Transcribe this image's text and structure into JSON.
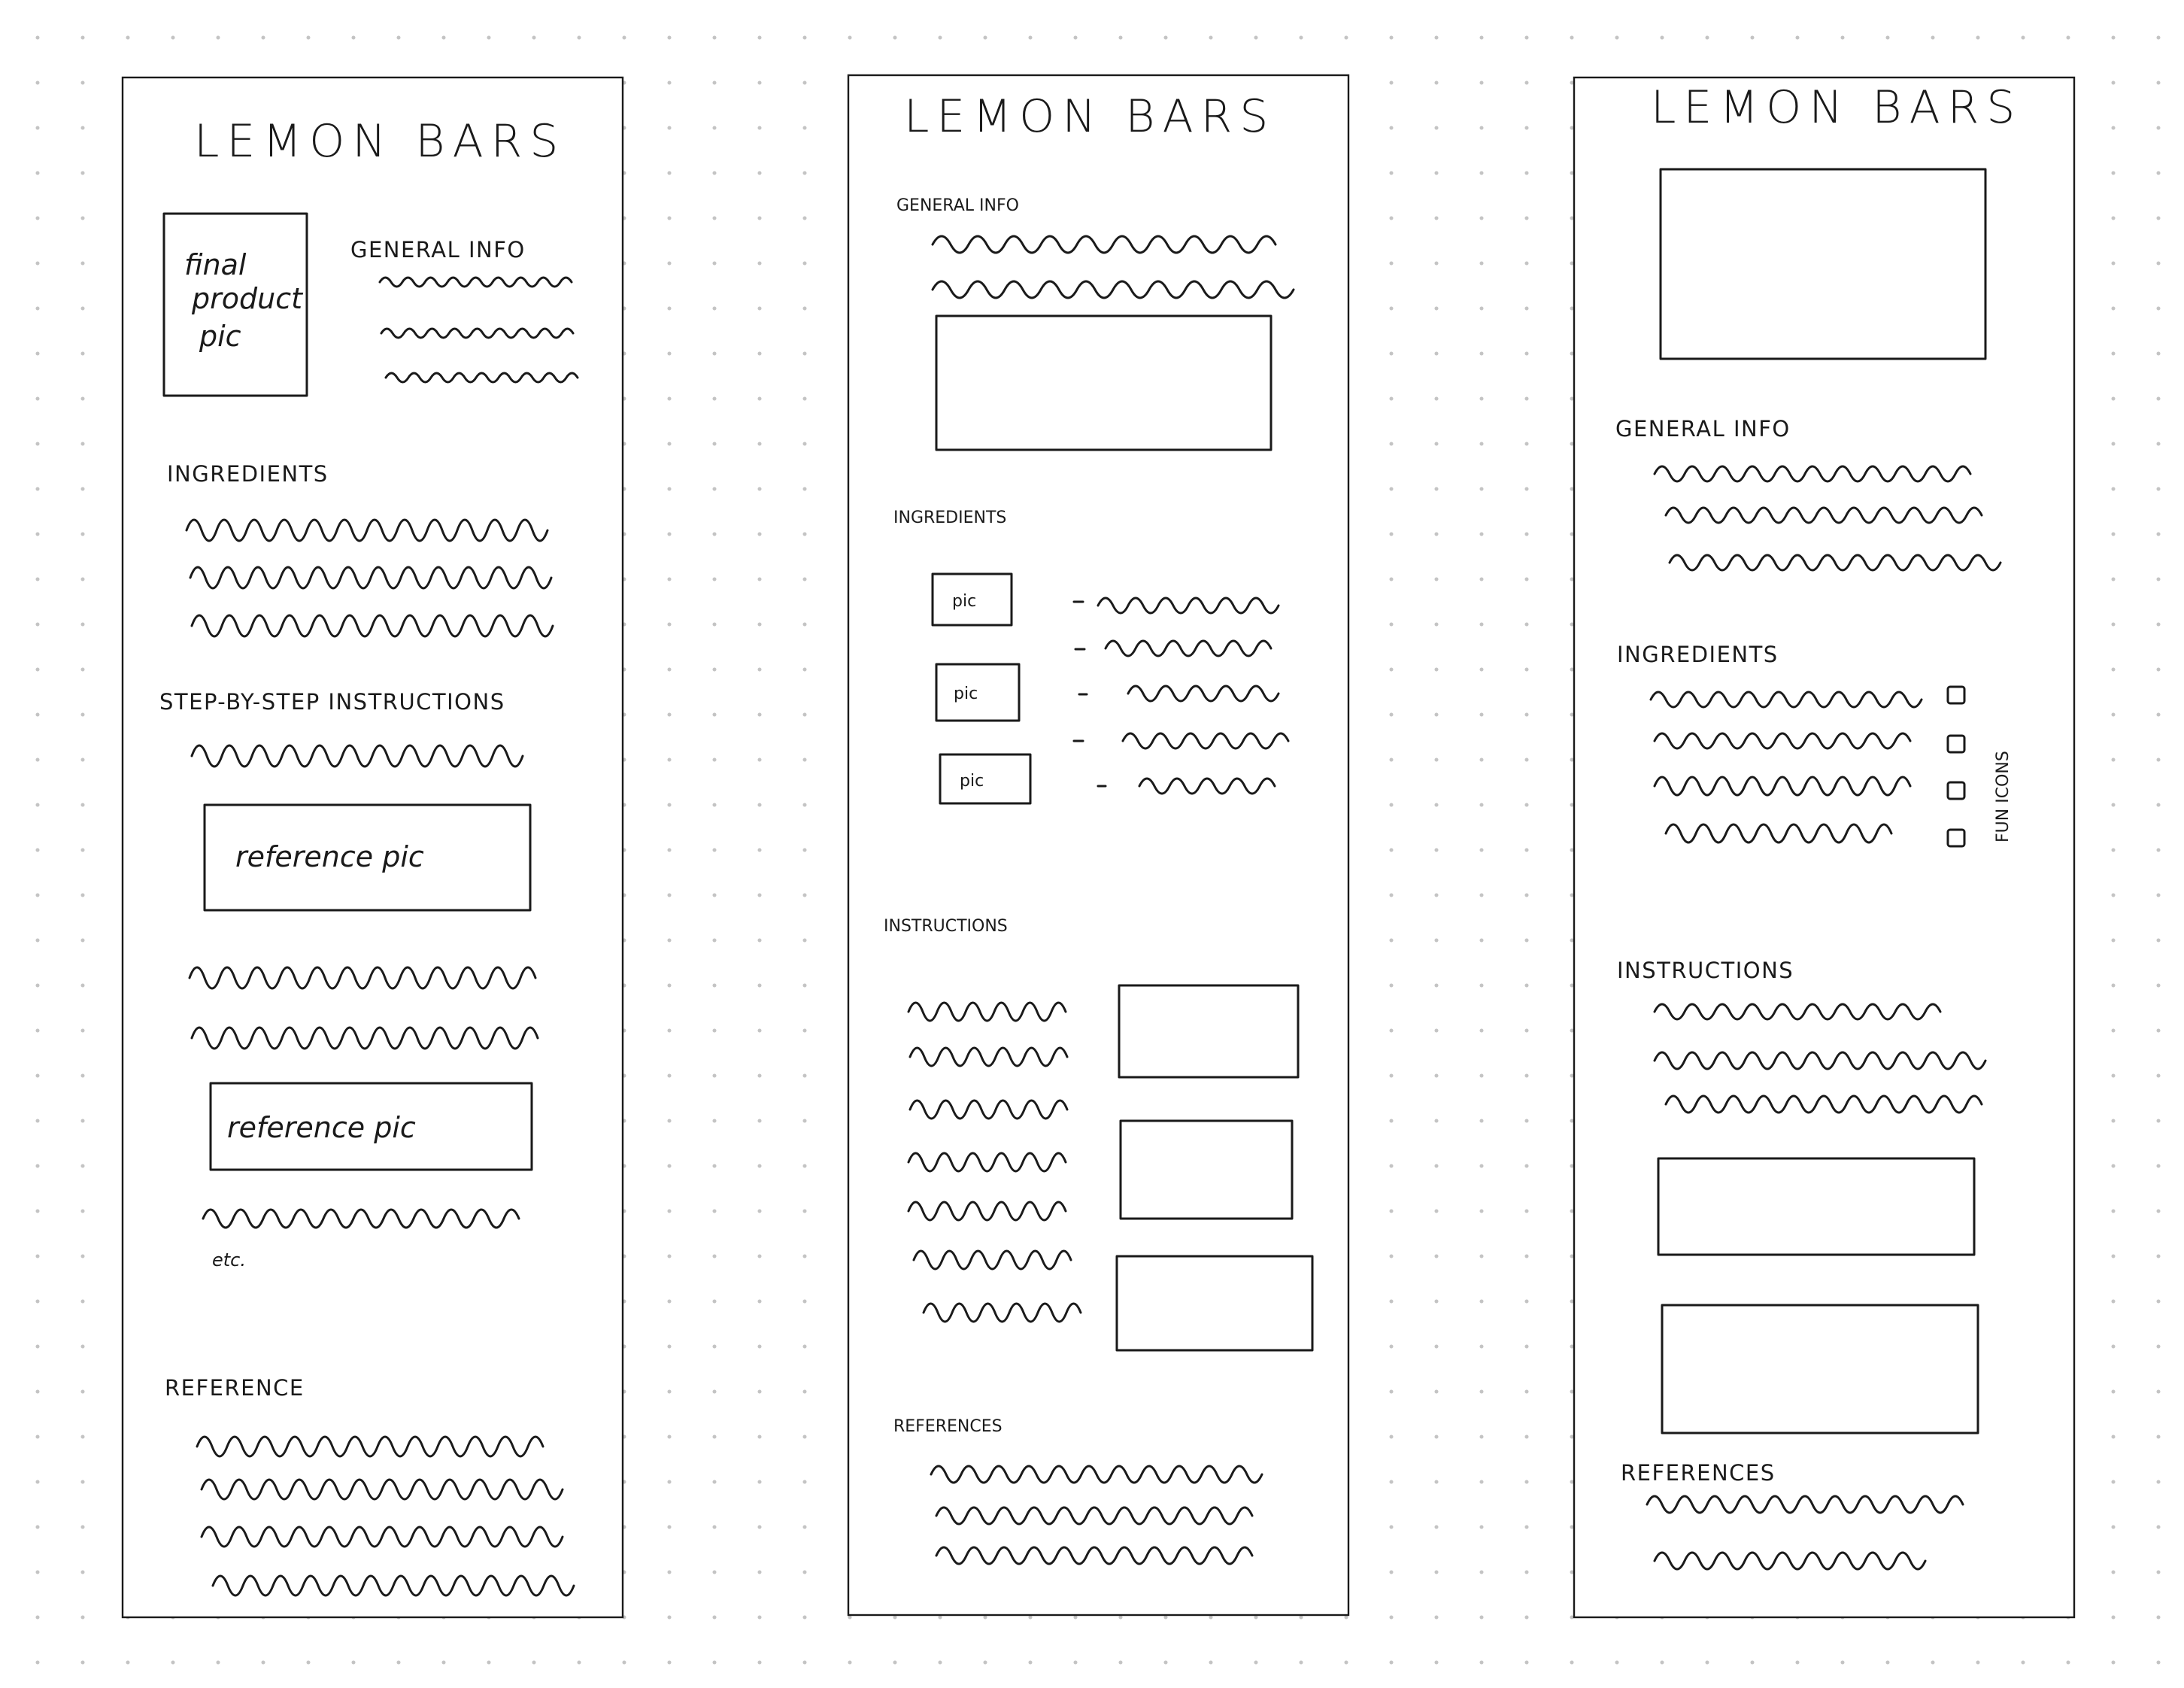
{
  "colors": {
    "ink": "#1a1a1a",
    "paper": "#ffffff",
    "grid_dot": "#c4c4c4"
  },
  "sketches": [
    {
      "title": "LEMON BARS",
      "hero_pic": [
        "final",
        "product",
        "pic"
      ],
      "general_info": "GENERAL INFO",
      "ingredients": "INGREDIENTS",
      "instructions": "STEP-BY-STEP INSTRUCTIONS",
      "reference_pic_1": "reference pic",
      "reference_pic_2": "reference pic",
      "etc": "etc.",
      "references": "REFERENCE"
    },
    {
      "title": "LEMON BARS",
      "general_info": "GENERAL INFO",
      "ingredients": "INGREDIENTS",
      "ingredient_pics": [
        "pic",
        "pic",
        "pic"
      ],
      "instructions": "INSTRUCTIONS",
      "references": "REFERENCES"
    },
    {
      "title": "LEMON BARS",
      "general_info": "GENERAL INFO",
      "ingredients": "INGREDIENTS",
      "fun_icons": "FUN ICONS",
      "instructions": "INSTRUCTIONS",
      "references": "REFERENCES"
    }
  ]
}
